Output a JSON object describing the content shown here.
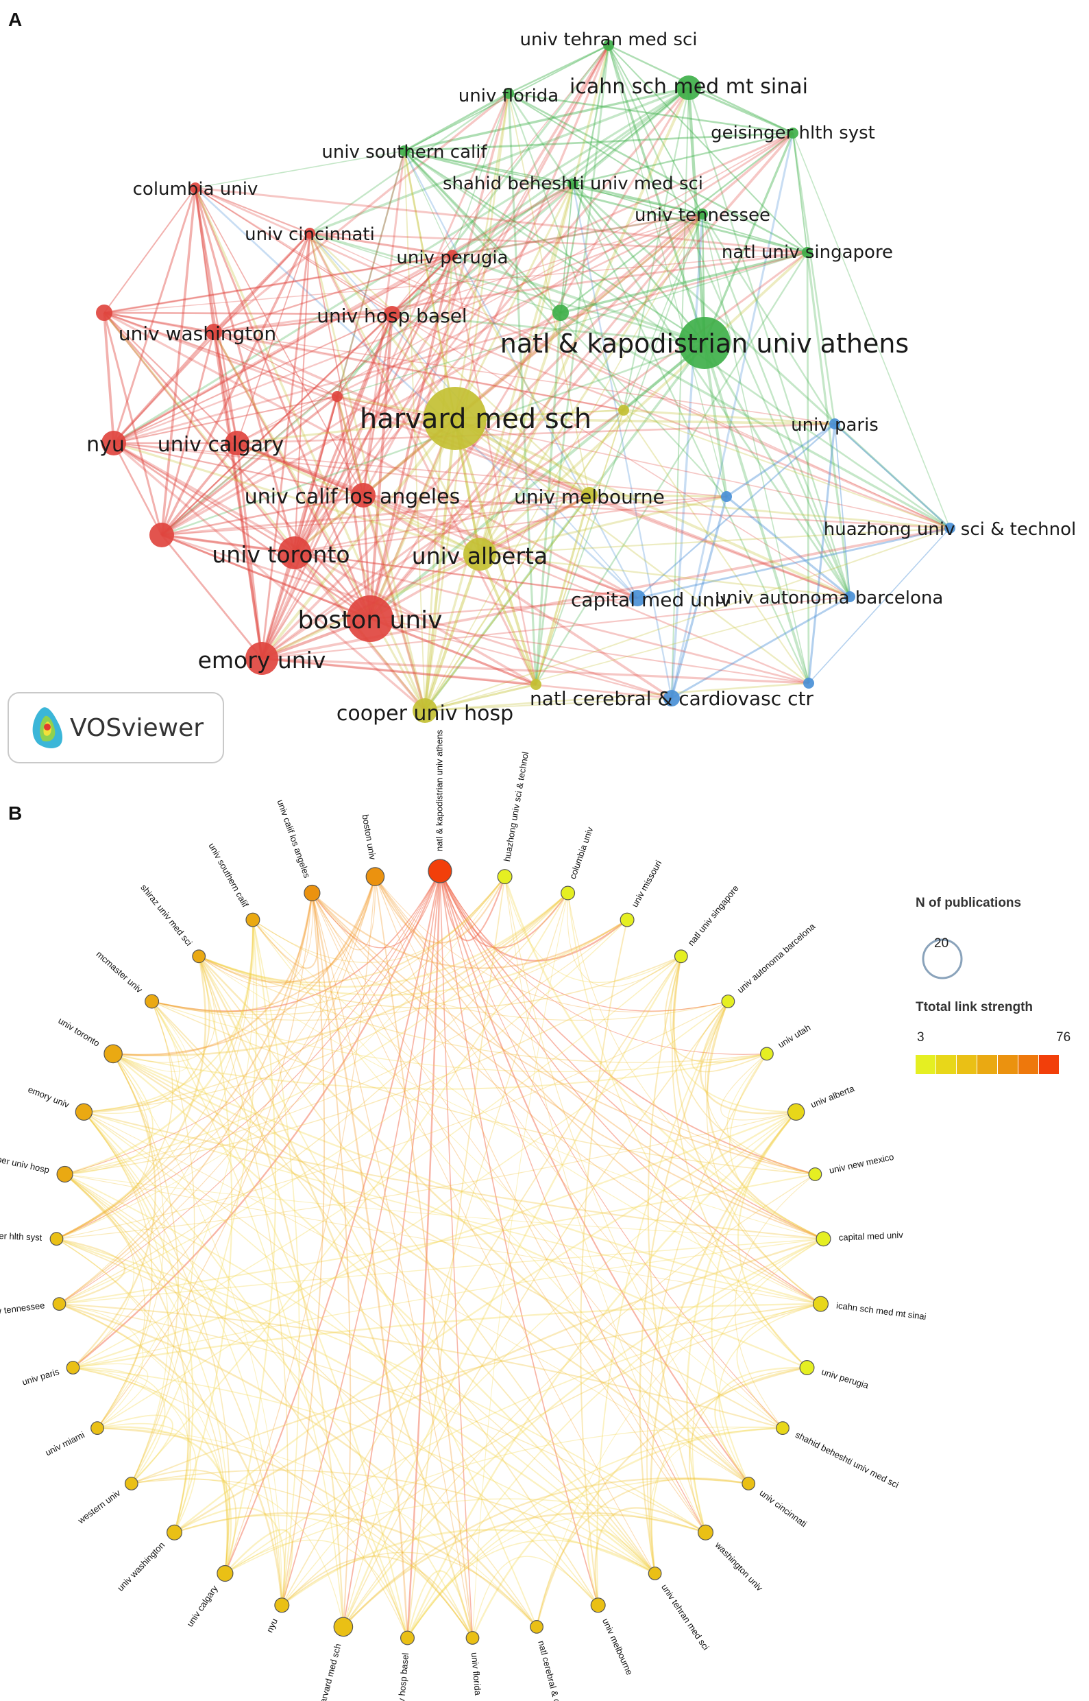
{
  "panel_a": {
    "letter": "A",
    "watermark": "VOSviewer",
    "clusters": {
      "red": "#e0453f",
      "green": "#3fb04a",
      "yellow": "#c3c033",
      "blue": "#4a90d6"
    },
    "nodes": [
      {
        "id": "tehran",
        "label": "univ tehran med sci",
        "cluster": "green",
        "size": 1
      },
      {
        "id": "icahn",
        "label": "icahn sch med mt sinai",
        "cluster": "green",
        "size": 3
      },
      {
        "id": "florida",
        "label": "univ florida",
        "cluster": "green",
        "size": 1
      },
      {
        "id": "geisinger",
        "label": "geisinger hlth syst",
        "cluster": "green",
        "size": 1
      },
      {
        "id": "usc",
        "label": "univ southern calif",
        "cluster": "green",
        "size": 1
      },
      {
        "id": "shahid",
        "label": "shahid beheshti univ med sci",
        "cluster": "green",
        "size": 1
      },
      {
        "id": "columbia",
        "label": "columbia univ",
        "cluster": "red",
        "size": 1
      },
      {
        "id": "tennessee",
        "label": "univ tennessee",
        "cluster": "green",
        "size": 1
      },
      {
        "id": "cincinnati",
        "label": "univ cincinnati",
        "cluster": "red",
        "size": 1
      },
      {
        "id": "perugia",
        "label": "univ perugia",
        "cluster": "red",
        "size": 1
      },
      {
        "id": "singapore",
        "label": "natl univ singapore",
        "cluster": "green",
        "size": 1
      },
      {
        "id": "r1",
        "label": "",
        "cluster": "red",
        "size": 2
      },
      {
        "id": "washington",
        "label": "univ washington",
        "cluster": "red",
        "size": 2
      },
      {
        "id": "basel",
        "label": "univ hosp basel",
        "cluster": "red",
        "size": 2
      },
      {
        "id": "g1",
        "label": "",
        "cluster": "green",
        "size": 2
      },
      {
        "id": "athens",
        "label": "natl & kapodistrian univ athens",
        "cluster": "green",
        "size": 6
      },
      {
        "id": "r2",
        "label": "",
        "cluster": "red",
        "size": 1
      },
      {
        "id": "harvard",
        "label": "harvard med sch",
        "cluster": "yellow",
        "size": 7
      },
      {
        "id": "y1",
        "label": "",
        "cluster": "yellow",
        "size": 1
      },
      {
        "id": "paris",
        "label": "univ paris",
        "cluster": "blue",
        "size": 1
      },
      {
        "id": "nyu",
        "label": "nyu",
        "cluster": "red",
        "size": 3
      },
      {
        "id": "calgary",
        "label": "univ calgary",
        "cluster": "red",
        "size": 3
      },
      {
        "id": "ucla",
        "label": "univ calif los angeles",
        "cluster": "red",
        "size": 3
      },
      {
        "id": "melbourne",
        "label": "univ melbourne",
        "cluster": "yellow",
        "size": 2
      },
      {
        "id": "b1",
        "label": "",
        "cluster": "blue",
        "size": 1
      },
      {
        "id": "huazhong",
        "label": "huazhong univ sci & technol",
        "cluster": "blue",
        "size": 1
      },
      {
        "id": "r3",
        "label": "",
        "cluster": "red",
        "size": 3
      },
      {
        "id": "toronto",
        "label": "univ toronto",
        "cluster": "red",
        "size": 4
      },
      {
        "id": "alberta",
        "label": "univ alberta",
        "cluster": "yellow",
        "size": 4
      },
      {
        "id": "capital",
        "label": "capital med univ",
        "cluster": "blue",
        "size": 2
      },
      {
        "id": "barcelona",
        "label": "univ autonoma barcelona",
        "cluster": "blue",
        "size": 1
      },
      {
        "id": "boston",
        "label": "boston univ",
        "cluster": "red",
        "size": 5
      },
      {
        "id": "emory",
        "label": "emory univ",
        "cluster": "red",
        "size": 4
      },
      {
        "id": "y2",
        "label": "",
        "cluster": "yellow",
        "size": 1
      },
      {
        "id": "b2",
        "label": "",
        "cluster": "blue",
        "size": 1
      },
      {
        "id": "cooper",
        "label": "cooper univ hosp",
        "cluster": "yellow",
        "size": 3
      },
      {
        "id": "cerebral",
        "label": "natl cerebral & cardiovasc ctr",
        "cluster": "blue",
        "size": 2
      }
    ]
  },
  "panel_b": {
    "letter": "B",
    "legend": {
      "size_title": "N of publications",
      "size_value": "20",
      "color_title": "Ttotal link strength",
      "color_min": "3",
      "color_max": "76",
      "gradient": [
        "#e5ef22",
        "#e8d719",
        "#eac015",
        "#eaa912",
        "#eb920f",
        "#ee780c",
        "#f23f0a"
      ]
    },
    "nodes": [
      {
        "label": "natl & kapodistrian univ athens",
        "strength": 76,
        "pubs": 20
      },
      {
        "label": "huazhong univ sci & technol",
        "strength": 5,
        "pubs": 8
      },
      {
        "label": "columbia univ",
        "strength": 8,
        "pubs": 7
      },
      {
        "label": "univ missouri",
        "strength": 6,
        "pubs": 7
      },
      {
        "label": "natl univ singapore",
        "strength": 9,
        "pubs": 6
      },
      {
        "label": "univ autonoma barcelona",
        "strength": 10,
        "pubs": 6
      },
      {
        "label": "univ utah",
        "strength": 10,
        "pubs": 6
      },
      {
        "label": "univ alberta",
        "strength": 14,
        "pubs": 11
      },
      {
        "label": "univ new mexico",
        "strength": 8,
        "pubs": 6
      },
      {
        "label": "capital med univ",
        "strength": 12,
        "pubs": 8
      },
      {
        "label": "icahn sch med mt sinai",
        "strength": 15,
        "pubs": 9
      },
      {
        "label": "univ perugia",
        "strength": 12,
        "pubs": 8
      },
      {
        "label": "shahid beheshti univ med sci",
        "strength": 22,
        "pubs": 6
      },
      {
        "label": "univ cincinnati",
        "strength": 25,
        "pubs": 6
      },
      {
        "label": "washington univ",
        "strength": 25,
        "pubs": 9
      },
      {
        "label": "univ tehran med sci",
        "strength": 28,
        "pubs": 6
      },
      {
        "label": "univ melbourne",
        "strength": 30,
        "pubs": 8
      },
      {
        "label": "natl cerebral & cardiovasc ctr",
        "strength": 30,
        "pubs": 6
      },
      {
        "label": "univ florida",
        "strength": 28,
        "pubs": 6
      },
      {
        "label": "univ hosp basel",
        "strength": 30,
        "pubs": 7
      },
      {
        "label": "harvard med sch",
        "strength": 32,
        "pubs": 14
      },
      {
        "label": "nyu",
        "strength": 32,
        "pubs": 8
      },
      {
        "label": "univ calgary",
        "strength": 34,
        "pubs": 10
      },
      {
        "label": "univ washington",
        "strength": 34,
        "pubs": 9
      },
      {
        "label": "western univ",
        "strength": 33,
        "pubs": 6
      },
      {
        "label": "univ miami",
        "strength": 33,
        "pubs": 6
      },
      {
        "label": "univ paris",
        "strength": 33,
        "pubs": 6
      },
      {
        "label": "univ tennessee",
        "strength": 34,
        "pubs": 6
      },
      {
        "label": "geisinger hlth syst",
        "strength": 34,
        "pubs": 6
      },
      {
        "label": "cooper univ hosp",
        "strength": 35,
        "pubs": 10
      },
      {
        "label": "emory univ",
        "strength": 38,
        "pubs": 11
      },
      {
        "label": "univ toronto",
        "strength": 40,
        "pubs": 13
      },
      {
        "label": "mcmaster univ",
        "strength": 38,
        "pubs": 7
      },
      {
        "label": "shiraz univ med sci",
        "strength": 38,
        "pubs": 6
      },
      {
        "label": "univ southern calif",
        "strength": 40,
        "pubs": 7
      },
      {
        "label": "univ calif los angeles",
        "strength": 50,
        "pubs": 10
      },
      {
        "label": "boston univ",
        "strength": 55,
        "pubs": 13
      }
    ]
  }
}
